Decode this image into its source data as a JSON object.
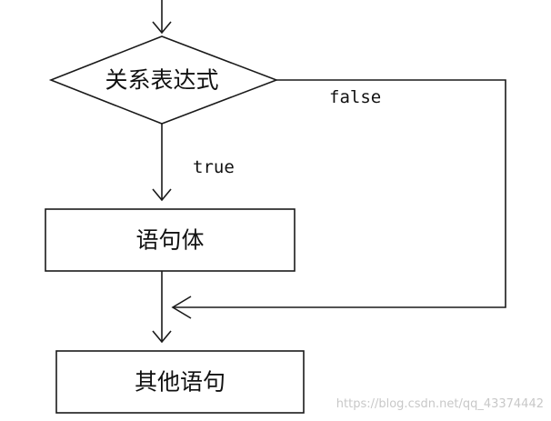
{
  "diagram": {
    "nodes": {
      "condition": {
        "label": "关系表达式"
      },
      "body": {
        "label": "语句体"
      },
      "next": {
        "label": "其他语句"
      }
    },
    "edges": {
      "true_label": "true",
      "false_label": "false"
    }
  },
  "watermark": {
    "text": "https://blog.csdn.net/qq_43374442"
  },
  "colors": {
    "stroke": "#1a1a1a",
    "background": "#ffffff",
    "watermark": "#c8c8c8"
  }
}
